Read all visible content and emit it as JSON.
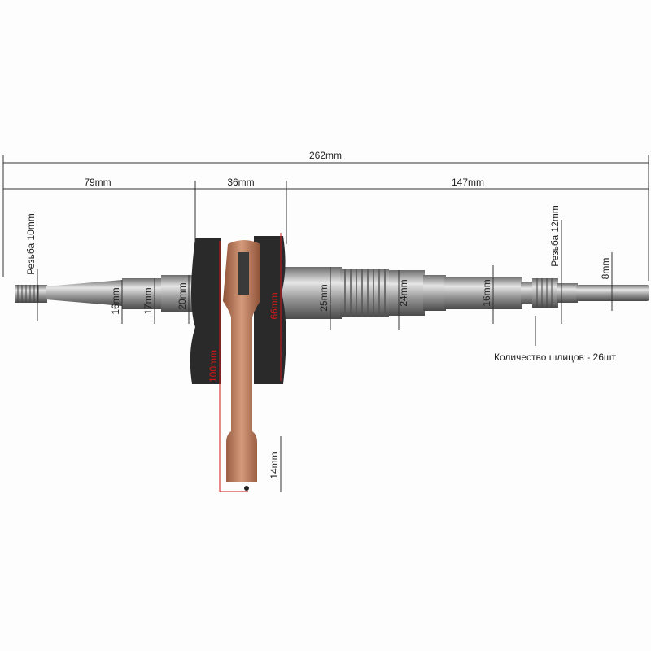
{
  "dimensions": {
    "total_length": "262mm",
    "left_section": "79mm",
    "middle_section": "36mm",
    "right_section": "147mm",
    "left_thread": "Резьба 10mm",
    "diam_16_left": "16mm",
    "diam_17": "17mm",
    "diam_20": "20mm",
    "web_height": "66mm",
    "rod_length": "100mm",
    "small_end": "14mm",
    "diam_25": "25mm",
    "diam_24": "24mm",
    "diam_16_right": "16mm",
    "right_thread": "Резьба 12mm",
    "diam_8": "8mm",
    "spline_count": "Количество шлицов - 26шт"
  },
  "colors": {
    "dimension_line": "#333333",
    "red_dimension": "#d01818",
    "rod": "#b9785a",
    "web": "#2a2a2a",
    "steel": "#a8a8a8"
  }
}
